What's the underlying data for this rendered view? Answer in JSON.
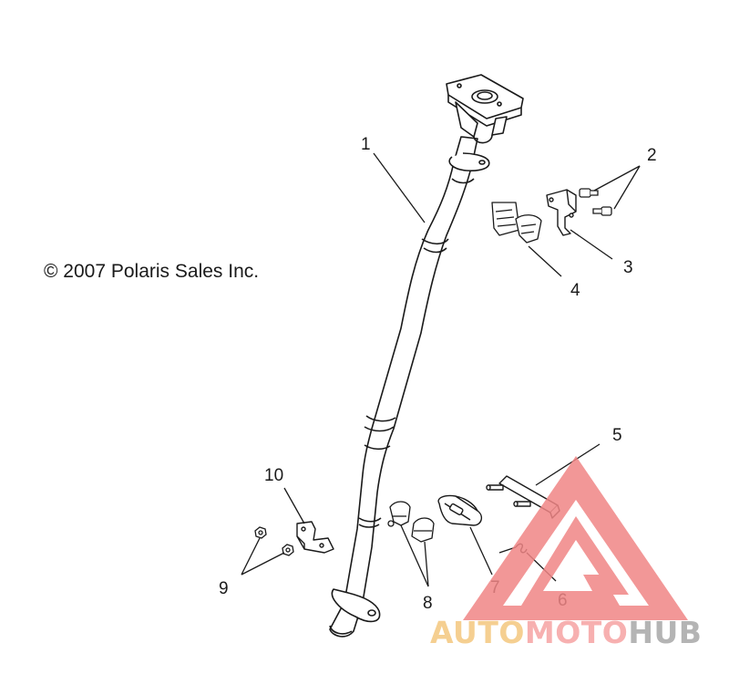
{
  "copyright": "© 2007 Polaris Sales Inc.",
  "callouts": {
    "c1": "1",
    "c2": "2",
    "c3": "3",
    "c4": "4",
    "c5": "5",
    "c6": "6",
    "c7": "7",
    "c8": "8",
    "c9": "9",
    "c10": "10"
  },
  "watermark": {
    "part1": "AUTO",
    "part2": "MOTO",
    "part3": "HUB",
    "colors": {
      "auto": "#f4c77e",
      "moto": "#f6a3a3",
      "hub": "#a8a8a8",
      "triangle": "#f08585"
    }
  }
}
